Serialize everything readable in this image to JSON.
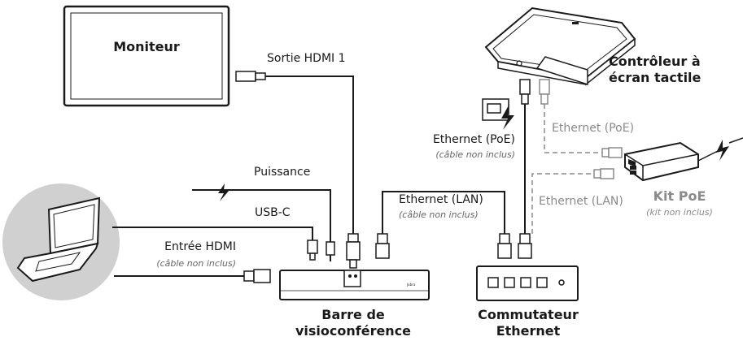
{
  "devices": {
    "monitor": "Moniteur",
    "controller_line1": "Contrôleur à",
    "controller_line2": "écran tactile",
    "poe_kit": "Kit PoE",
    "poe_kit_note": "(kit non inclus)",
    "videobar_line1": "Barre de",
    "videobar_line2": "visioconférence",
    "switch_line1": "Commutateur",
    "switch_line2": "Ethernet"
  },
  "connections": {
    "hdmi_out": "Sortie HDMI 1",
    "power": "Puissance",
    "usbc": "USB-C",
    "hdmi_in": "Entrée HDMI",
    "hdmi_in_note": "(câble non inclus)",
    "ethernet_lan": "Ethernet (LAN)",
    "ethernet_lan_note": "(câble non inclus)",
    "ethernet_poe": "Ethernet (PoE)",
    "ethernet_poe_note": "(câble non inclus)",
    "ethernet_poe_grey": "Ethernet (PoE)",
    "ethernet_lan_grey": "Ethernet (LAN)"
  },
  "icons": [
    "monitor-icon",
    "laptop-icon",
    "touch-controller-icon",
    "poe-injector-icon",
    "videobar-icon",
    "ethernet-switch-icon",
    "power-bolt-icon",
    "hdmi-plug-icon",
    "usbc-plug-icon",
    "rj45-plug-icon",
    "ethernet-port-icon"
  ],
  "colors": {
    "line": "#1a1a1a",
    "grey_line": "#8a8a8a",
    "laptop_bg": "#d0d0d0"
  }
}
